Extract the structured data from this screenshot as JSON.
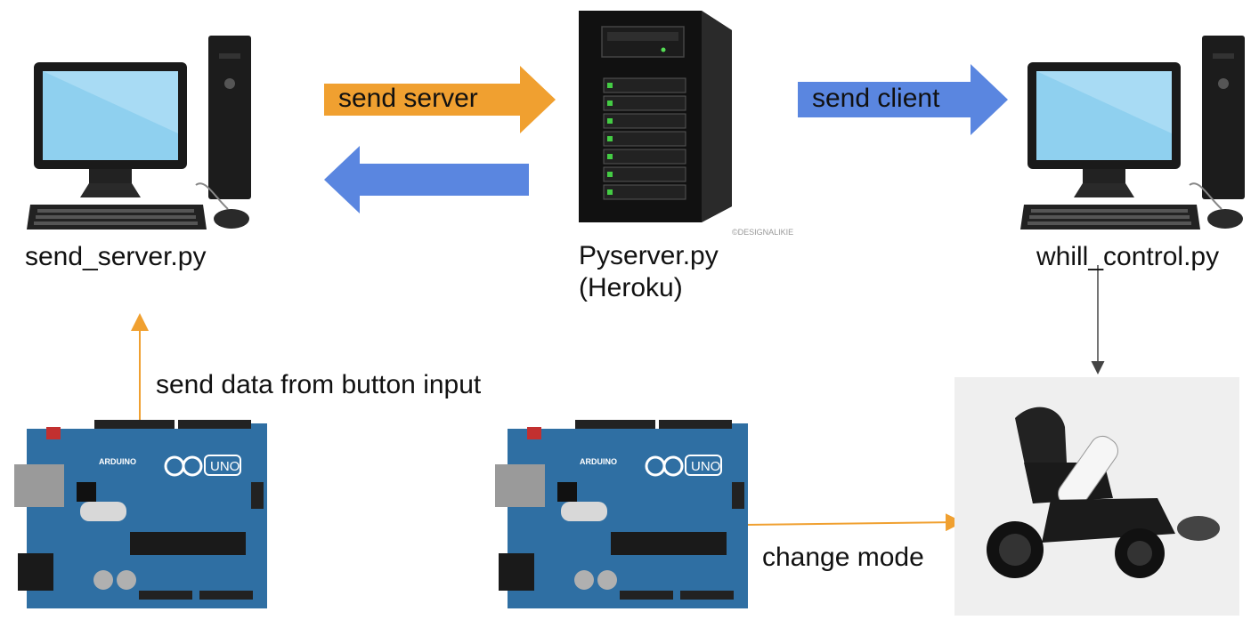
{
  "nodes": {
    "left_pc": {
      "label": "send_server.py"
    },
    "server": {
      "label_line1": "Pyserver.py",
      "label_line2": "(Heroku)",
      "watermark": "©DESIGNALIKIE"
    },
    "right_pc": {
      "label": "whill_control.py"
    },
    "wheelchair": {
      "icon": "wheelchair-icon"
    },
    "arduino_left": {
      "brand": "ARDUINO",
      "model": "UNO"
    },
    "arduino_mid": {
      "brand": "ARDUINO",
      "model": "UNO"
    }
  },
  "edges": {
    "to_server": {
      "label": "send server",
      "color": "#f0a030"
    },
    "from_server": {
      "label": "",
      "color": "#5a86e0"
    },
    "to_client": {
      "label": "send client",
      "color": "#5a86e0"
    },
    "button_input": {
      "label": "send data from button input",
      "color": "#f0a030"
    },
    "change_mode": {
      "label": "change mode",
      "color": "#f0a030"
    }
  },
  "colors": {
    "orange": "#f0a030",
    "blue": "#5a86e0",
    "board": "#2f6fa3"
  }
}
